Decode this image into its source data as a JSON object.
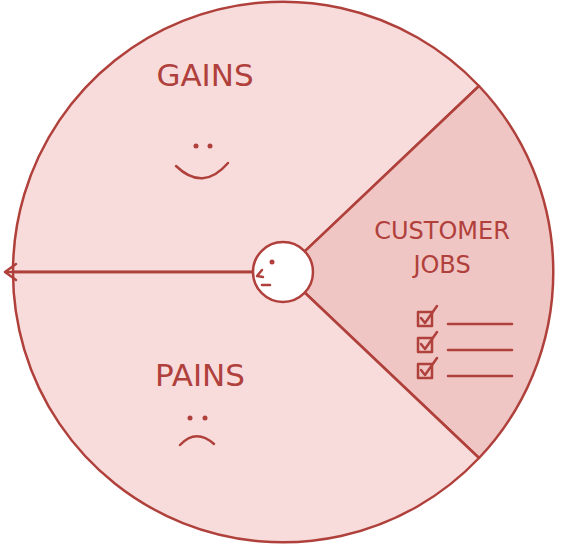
{
  "diagram": {
    "nodes": [
      {
        "text": [
          "GAINS"
        ]
      },
      {
        "text": [
          "CUSTOMER JOBS"
        ]
      },
      {
        "text": [
          "PAINS"
        ]
      }
    ]
  }
}
